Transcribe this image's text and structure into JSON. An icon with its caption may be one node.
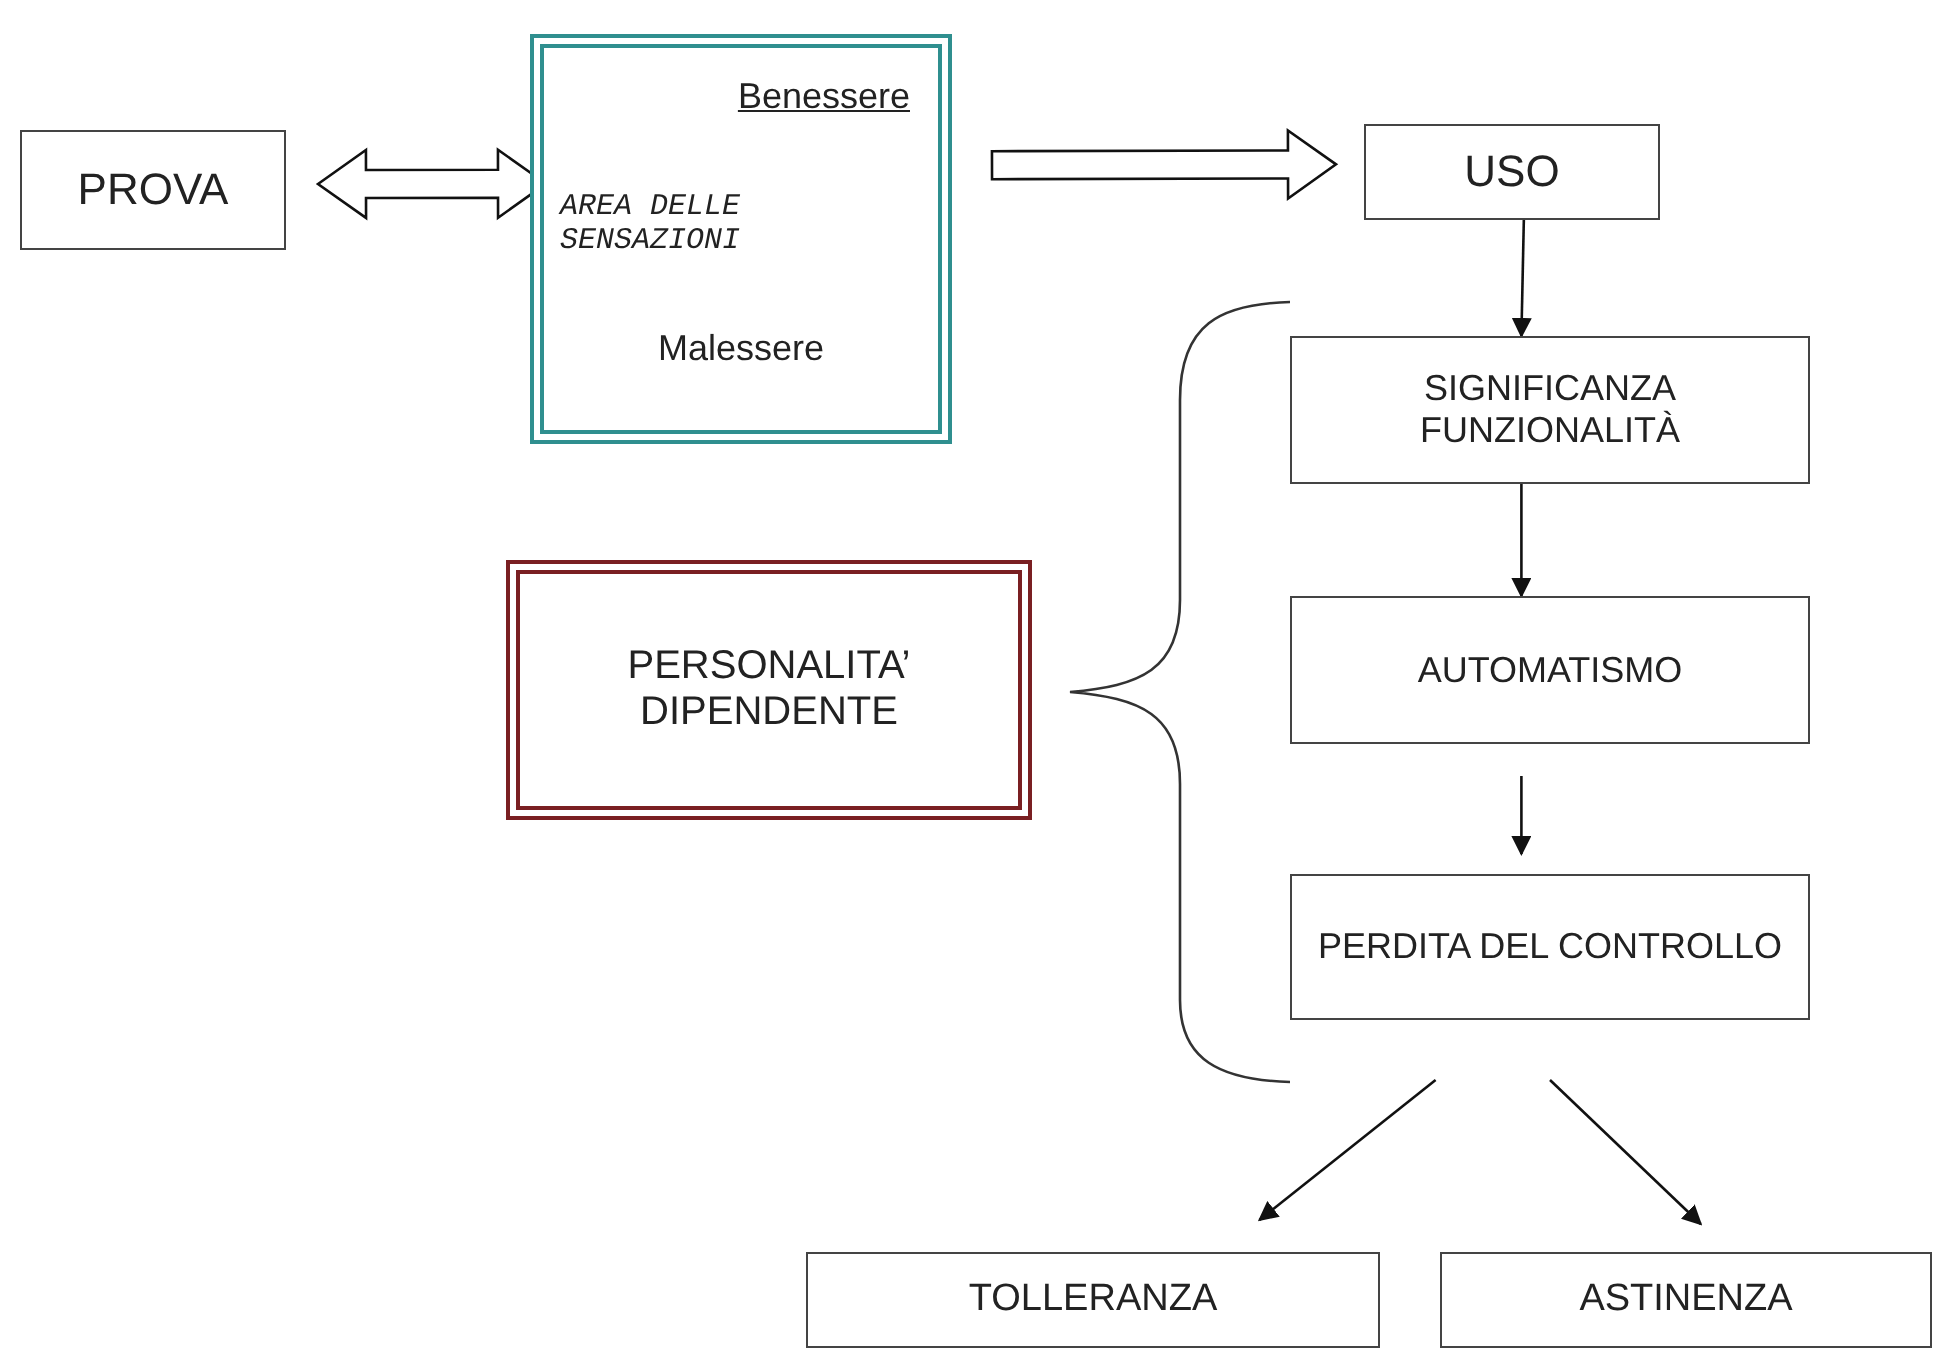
{
  "diagram": {
    "nodes": [
      {
        "text": [
          "PROVA"
        ]
      },
      {
        "text": [
          "Benessere",
          "AREA DELLE SENSAZIONI",
          "Malessere"
        ]
      },
      {
        "text": [
          "USO"
        ]
      },
      {
        "text": [
          "SIGNIFICANZA FUNZIONALITÀ"
        ]
      },
      {
        "text": [
          "AUTOMATISMO"
        ]
      },
      {
        "text": [
          "PERDITA DEL CONTROLLO"
        ]
      },
      {
        "text": [
          "PERSONALITA’ DIPENDENTE"
        ]
      },
      {
        "text": [
          "TOLLERANZA"
        ]
      },
      {
        "text": [
          "ASTINENZA"
        ]
      }
    ],
    "edges": [
      {
        "from": 0,
        "to": 1,
        "arrow": "both",
        "style": "thick"
      },
      {
        "from": 1,
        "to": 2,
        "arrow": "to",
        "style": "thick"
      },
      {
        "from": 2,
        "to": 3,
        "arrow": "to"
      },
      {
        "from": 3,
        "to": 4,
        "arrow": "to"
      },
      {
        "from": 4,
        "to": 5,
        "arrow": "to"
      },
      {
        "from": 5,
        "to": 7,
        "arrow": "to"
      },
      {
        "from": 5,
        "to": 8,
        "arrow": "to"
      }
    ]
  }
}
